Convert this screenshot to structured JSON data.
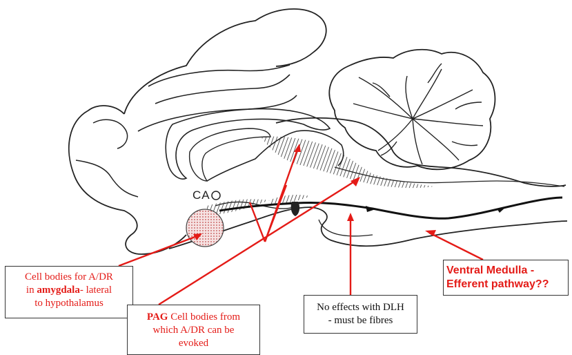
{
  "labels": {
    "ca": "CA",
    "amygdala_box": {
      "line1": "Cell bodies for A/DR",
      "line2_pre": "in ",
      "line2_bold": "amygdala",
      "line2_post": "- lateral",
      "line3": "to hypothalamus"
    },
    "pag_box": {
      "bold": "PAG",
      "line1_post": " Cell bodies from",
      "line2": "which A/DR can be",
      "line3": "evoked"
    },
    "dlh_box": {
      "line1": "No effects with DLH",
      "line2": "- must be fibres"
    },
    "vm_box": {
      "line1": "Ventral Medulla -",
      "line2": "Efferent pathway??"
    }
  },
  "colors": {
    "pointer": "#e41b17",
    "outline": "#222222",
    "hatch": "#333333",
    "amygdala_fill": "#f2d4d4"
  }
}
